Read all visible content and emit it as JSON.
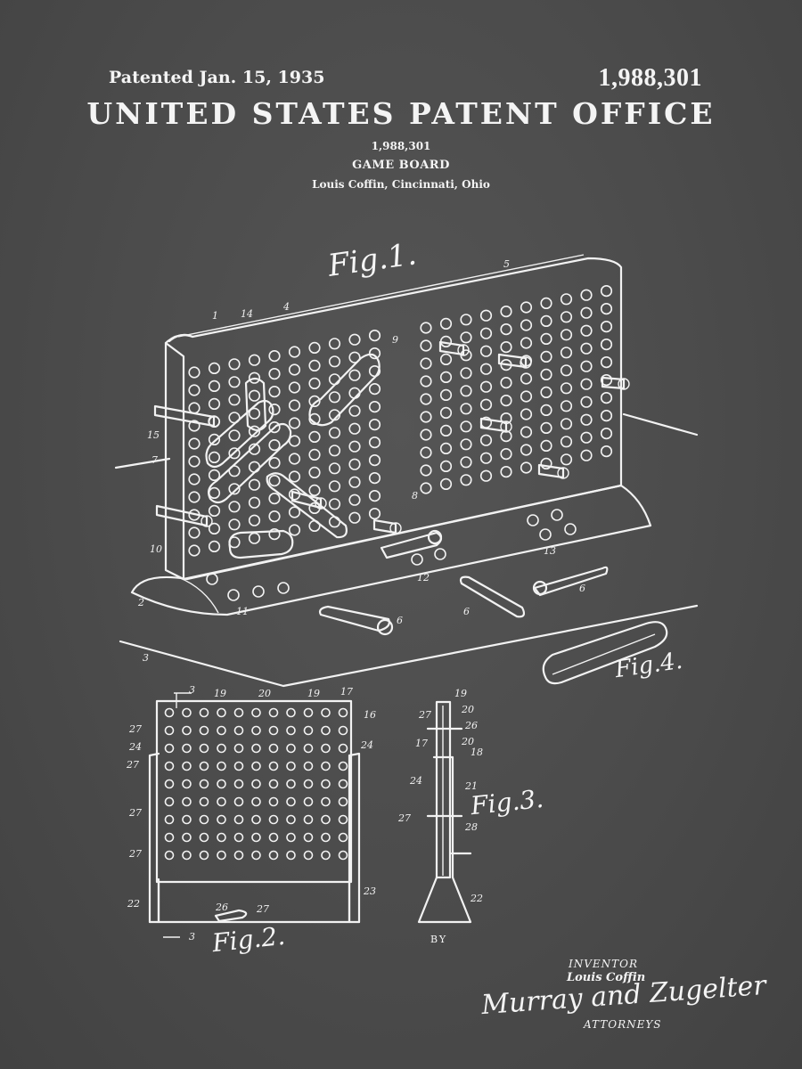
{
  "header": {
    "patented": "Patented Jan. 15, 1935",
    "patent_number": "1,988,301",
    "office": "UNITED STATES PATENT OFFICE",
    "sub_number": "1,988,301",
    "title": "GAME BOARD",
    "inventor_line": "Louis Coffin, Cincinnati, Ohio"
  },
  "figures": {
    "fig1": "Fig.1.",
    "fig2": "Fig.2.",
    "fig3": "Fig.3.",
    "fig4": "Fig.4."
  },
  "fig1_labels": [
    "1",
    "14",
    "4",
    "9",
    "5",
    "15",
    "7",
    "8",
    "10",
    "2",
    "11",
    "12",
    "13",
    "6",
    "6",
    "6",
    "3"
  ],
  "fig2_labels": [
    "3",
    "19",
    "20",
    "19",
    "17",
    "16",
    "27",
    "24",
    "27",
    "24",
    "27",
    "27",
    "22",
    "26",
    "27",
    "23",
    "3"
  ],
  "fig3_labels": [
    "19",
    "20",
    "27",
    "26",
    "17",
    "20",
    "18",
    "24",
    "21",
    "27",
    "28",
    "22"
  ],
  "footer": {
    "by": "BY",
    "inventor_label": "INVENTOR",
    "inventor_name": "Louis Coffin",
    "signature": "Murray and Zugelter",
    "attorneys_label": "ATTORNEYS"
  },
  "colors": {
    "background": "#4a4a4a",
    "ink": "#f2f2f2"
  }
}
